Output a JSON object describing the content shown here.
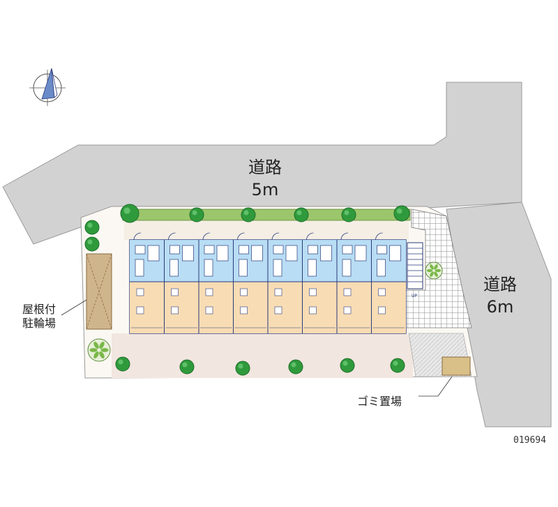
{
  "labels": {
    "road_north_name": "道路",
    "road_north_width": "5m",
    "road_east_name": "道路",
    "road_east_width": "6m",
    "bike_parking_line1": "屋根付",
    "bike_parking_line2": "駐輪場",
    "garbage_area": "ゴミ置場",
    "stair_mark": "UP",
    "property_id": "019694"
  },
  "icons": {
    "compass": "north-arrow-icon",
    "tree": "tree-icon",
    "shrub": "shrub-icon"
  },
  "building": {
    "unit_count": 8,
    "floors_shown": 1
  },
  "colors": {
    "road": "#d2d2d2",
    "road_edge": "#9a9a9a",
    "site": "#f4eee4",
    "paving_pink": "#f2e6e0",
    "wet_area": "#b8ddf4",
    "living_area": "#f8dcb4",
    "hedge": "#9cc66c",
    "tree": "#2f9a3c",
    "tree_dark": "#1f6e2a",
    "bike_shed": "#cfb58c",
    "tile": "#8a8a8a",
    "outline": "#2a3a7a"
  }
}
